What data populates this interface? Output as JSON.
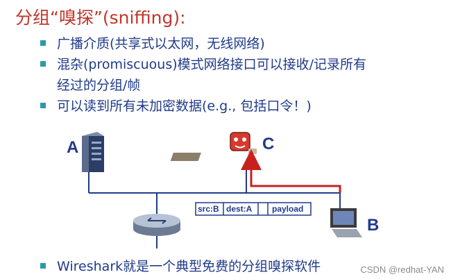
{
  "slide": {
    "title": "分组“嗅探”(sniffing):",
    "bullets": [
      {
        "lines": [
          "广播介质(共享式以太网，无线网络)"
        ]
      },
      {
        "lines": [
          "混杂(promiscuous)模式网络接口可以接收/记录所有",
          "经过的分组/帧"
        ]
      },
      {
        "lines": [
          "可以读到所有未加密数据(e.g., 包括口令！)"
        ]
      }
    ],
    "bottom_bullet": "Wireshark就是一个典型免费的分组嗅探软件",
    "watermark": "CSDN @redhat-YAN"
  },
  "diagram": {
    "nodes": {
      "a": "A",
      "b": "B",
      "c": "C"
    },
    "packet": {
      "src": "src:B",
      "dest": "dest:A",
      "empty": "",
      "payload": "payload"
    },
    "colors": {
      "arrow": "#c8201c",
      "wire": "#1f3a8a",
      "text": "#1f3a8a",
      "title": "#c0372b",
      "bullet": "#2a9aa7"
    },
    "icons": [
      "server-icon",
      "router-icon",
      "hacker-computer-icon",
      "workstation-icon"
    ]
  }
}
